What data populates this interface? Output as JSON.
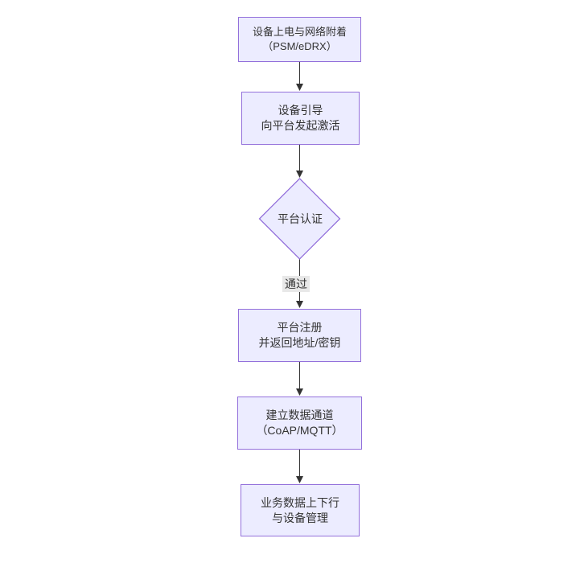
{
  "page": {
    "background": "#ffffff"
  },
  "palette": {
    "node_fill": "#ECECFF",
    "node_border": "#9370DB",
    "text_color": "#333333",
    "edge_color": "#333333",
    "edge_label_bg": "#e8e8e8"
  },
  "flowchart": {
    "nodes": [
      {
        "id": "power",
        "shape": "rect",
        "line1": "设备上电与网络附着",
        "line2": "（PSM/eDRX）"
      },
      {
        "id": "bootstrap",
        "shape": "rect",
        "line1": "设备引导",
        "line2": "向平台发起激活"
      },
      {
        "id": "auth",
        "shape": "diamond",
        "line1": "平台认证",
        "line2": ""
      },
      {
        "id": "register",
        "shape": "rect",
        "line1": "平台注册",
        "line2": "并返回地址/密钥"
      },
      {
        "id": "channel",
        "shape": "rect",
        "line1": "建立数据通道",
        "line2": "（CoAP/MQTT）"
      },
      {
        "id": "business",
        "shape": "rect",
        "line1": "业务数据上下行",
        "line2": "与设备管理"
      }
    ],
    "edges": [
      {
        "from": "power",
        "to": "bootstrap",
        "label": ""
      },
      {
        "from": "bootstrap",
        "to": "auth",
        "label": ""
      },
      {
        "from": "auth",
        "to": "register",
        "label": "通过"
      },
      {
        "from": "register",
        "to": "channel",
        "label": ""
      },
      {
        "from": "channel",
        "to": "business",
        "label": ""
      }
    ]
  }
}
